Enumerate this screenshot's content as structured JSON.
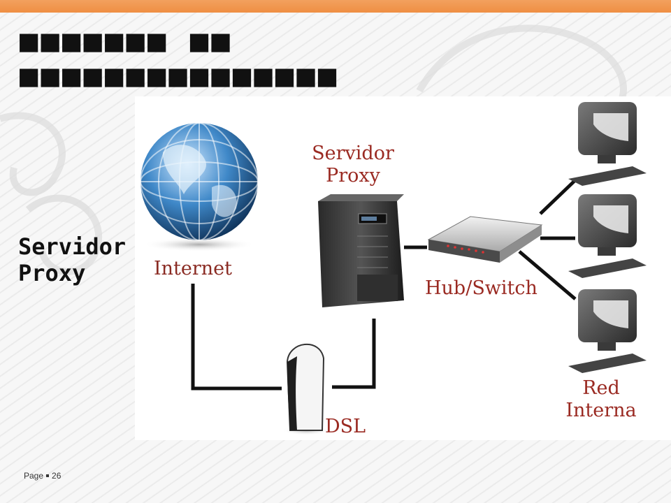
{
  "slide": {
    "title_lines": [
      "■■■■■■■ ■■",
      "■■■■■■■■■■■■■■■"
    ],
    "side_label_lines": [
      "Servidor",
      "Proxy"
    ],
    "footer": {
      "page_word": "Page",
      "page_number": "26"
    }
  },
  "diagram": {
    "internet_label": "Internet",
    "proxy_label": "Servidor Proxy",
    "hub_label": "Hub/Switch",
    "dsl_label": "DSL",
    "lan_label": "Red Interna"
  },
  "colors": {
    "top_bar": "#ef8f43",
    "label_red": "#9a2a22"
  }
}
